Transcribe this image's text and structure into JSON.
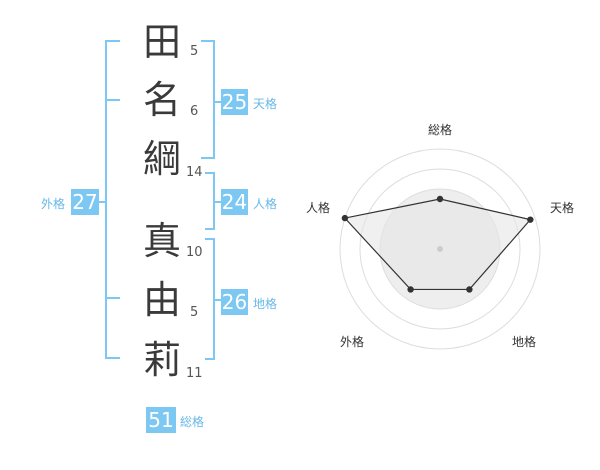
{
  "name": {
    "chars": [
      {
        "char": "田",
        "strokes": "5"
      },
      {
        "char": "名",
        "strokes": "6"
      },
      {
        "char": "綱",
        "strokes": "14"
      },
      {
        "char": "真",
        "strokes": "10"
      },
      {
        "char": "由",
        "strokes": "5"
      },
      {
        "char": "莉",
        "strokes": "11"
      }
    ]
  },
  "fortunes": {
    "tenkaku": {
      "label": "天格",
      "value": "25"
    },
    "jinkaku": {
      "label": "人格",
      "value": "24"
    },
    "chikaku": {
      "label": "地格",
      "value": "26"
    },
    "gaikaku": {
      "label": "外格",
      "value": "27"
    },
    "soukaku": {
      "label": "総格",
      "value": "51"
    }
  },
  "colors": {
    "accent": "#7cc8f2",
    "accent_text": "#66b8e8",
    "radar_fill": "#eeeeee",
    "radar_ring": "#dddddd",
    "radar_line": "#333333"
  },
  "radar": {
    "axes": [
      "総格",
      "天格",
      "地格",
      "外格",
      "人格"
    ],
    "scores": [
      0.5,
      0.95,
      0.5,
      0.5,
      1.0
    ]
  }
}
